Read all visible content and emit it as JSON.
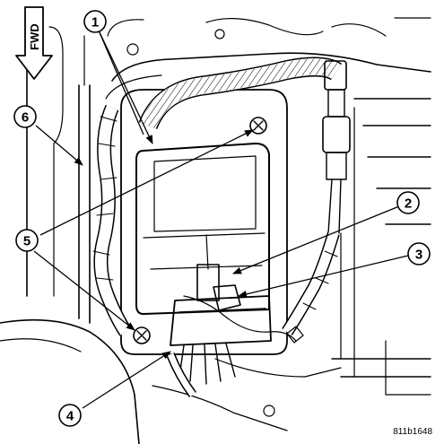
{
  "orientation": {
    "label": "FWD"
  },
  "callouts": [
    {
      "id": "c1",
      "number": "1"
    },
    {
      "id": "c2",
      "number": "2"
    },
    {
      "id": "c3",
      "number": "3"
    },
    {
      "id": "c4",
      "number": "4"
    },
    {
      "id": "c5",
      "number": "5"
    },
    {
      "id": "c6",
      "number": "6"
    }
  ],
  "figure_id": "811b1648"
}
